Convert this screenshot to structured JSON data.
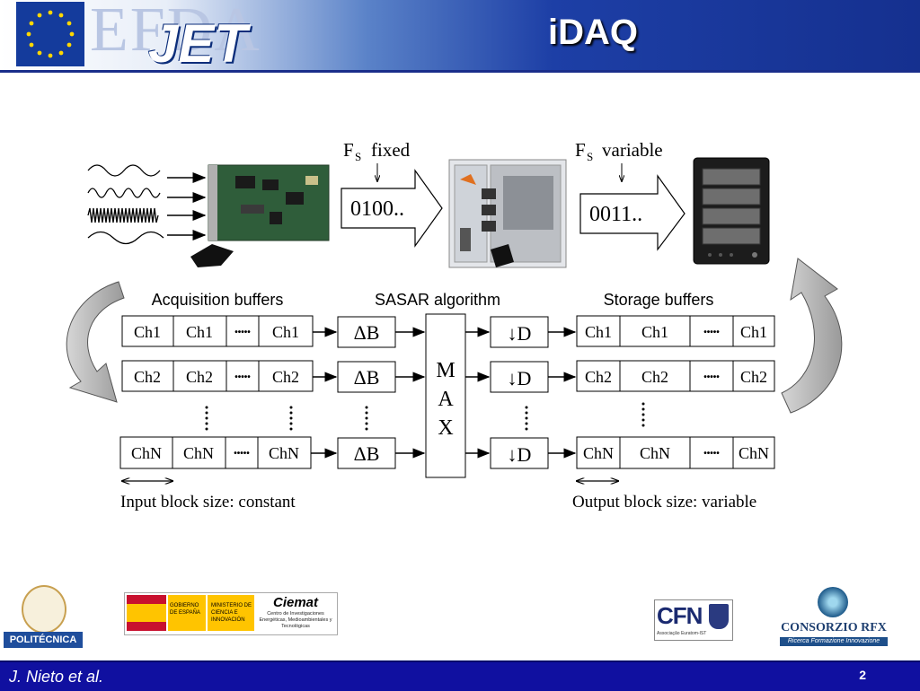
{
  "header": {
    "logo_efda": "EFDA",
    "logo_jet": "JET",
    "title": "iDAQ"
  },
  "diagram": {
    "fs_fixed_symbol": "F",
    "fs_fixed_subscript": "S",
    "fs_fixed_label": "fixed",
    "fs_variable_symbol": "F",
    "fs_variable_subscript": "S",
    "fs_variable_label": "variable",
    "input_code": "0100..",
    "output_code": "0011..",
    "acquisition_title": "Acquisition buffers",
    "sasar_title": "SASAR algorithm",
    "storage_title": "Storage buffers",
    "channels": [
      "Ch1",
      "Ch2",
      "ChN"
    ],
    "dots": "•••••",
    "delta_label": "ΔB",
    "decim_label": "↓D",
    "max_letters": [
      "M",
      "A",
      "X"
    ],
    "input_size": "Input block size: constant",
    "output_size": "Output block size: variable"
  },
  "logos": {
    "upm": "POLITÉCNICA",
    "gobierno": "GOBIERNO DE ESPAÑA",
    "ministerio": "MINISTERIO DE CIENCIA E INNOVACIÓN",
    "ciemat": "Ciemat",
    "ciemat_sub": "Centro de Investigaciones Energéticas, Medioambientales y Tecnológicas",
    "cfn": "CFN",
    "cfn_sub": "Associação Euratom-IST",
    "rfx": "CONSORZIO RFX",
    "rfx_sub": "Ricerca Formazione Innovazione"
  },
  "footer": {
    "author": "J. Nieto et al.",
    "page": "2"
  },
  "colors": {
    "header_blue": "#1d3fa6",
    "footer_blue": "#1010a0",
    "arrow_gray": "#b0b0b0"
  }
}
